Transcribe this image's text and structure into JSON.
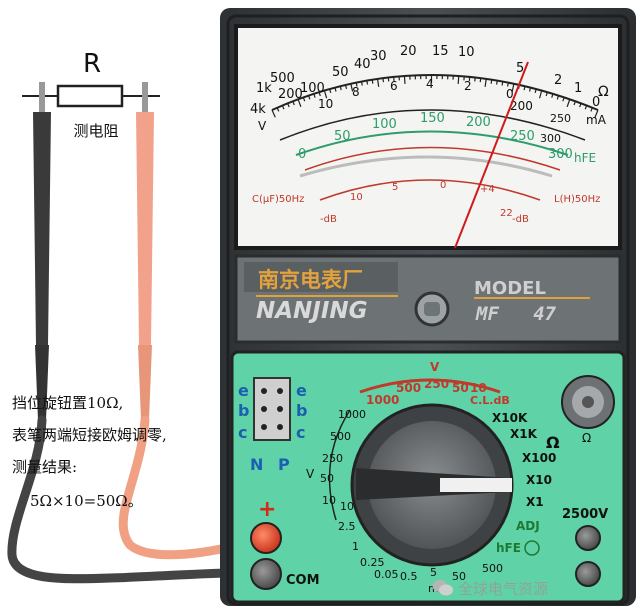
{
  "resistor": {
    "symbol": "R",
    "caption": "测电阻"
  },
  "meter": {
    "brand_cn": "南京电表厂",
    "brand_en": "NANJING",
    "model_label": "MODEL",
    "model_number": "MF   47"
  },
  "scale": {
    "ohm_ticks": [
      "4k",
      "1k",
      "500",
      "200",
      "100",
      "50",
      "40",
      "30",
      "20",
      "15",
      "10",
      "5",
      "2",
      "1",
      "0"
    ],
    "ohm_unit": "Ω",
    "volt_ticks": [
      "0",
      "50",
      "100",
      "150",
      "200",
      "250"
    ],
    "volt_unit_left": "V",
    "ma_unit": "mA",
    "hfe_ticks": [
      "0",
      "50",
      "100",
      "150",
      "200",
      "250",
      "300"
    ],
    "hfe_unit": "hFE",
    "cap_label": "C(μF)50Hz",
    "ind_label": "L(H)50Hz",
    "db_label": "-dB",
    "db_ticks": [
      "10",
      "5",
      "0",
      "+4",
      "22",
      "-dB"
    ],
    "misc_ticks": [
      "10",
      "8",
      "6",
      "4",
      "2",
      "0",
      "200",
      "250",
      "300"
    ]
  },
  "panel": {
    "socket_left": [
      "e",
      "b",
      "c"
    ],
    "socket_right": [
      "e",
      "b",
      "c"
    ],
    "socket_bottom": [
      "N",
      "P"
    ],
    "top_arc_label": "V",
    "top_arc_values": [
      "1000",
      "500",
      "250",
      "50",
      "10"
    ],
    "cldb": "C.L.dB",
    "left_values": [
      "1000",
      "500",
      "250",
      "50",
      "10"
    ],
    "left_v": "V",
    "dc_values": [
      "10",
      "2.5",
      "1",
      "0.25",
      "0.05",
      "0.5",
      "5",
      "50",
      "500"
    ],
    "ma_label": "mA",
    "right_values": [
      "X10K",
      "X1K",
      "X100",
      "X10",
      "X1"
    ],
    "omega": "Ω",
    "adj": "ADJ",
    "hfe": "hFE",
    "knob_omega": "Ω",
    "kv": "2500V",
    "plus": "+",
    "com": "COM"
  },
  "notes": {
    "line1": "挡位旋钮置10Ω,",
    "line2": "表笔两端短接欧姆调零,",
    "line3": "测量结果:",
    "line4": "5Ω×10=50Ω。"
  },
  "watermark": "全球电气资源",
  "colors": {
    "panel_green": "#5fd3a7",
    "meter_body": "#3b3f43",
    "red_arc": "#c0392b",
    "green_arc": "#2e9c6b",
    "probe_black": "#3a3a3a",
    "probe_red": "#f0a183",
    "needle": "#d11a1a"
  }
}
